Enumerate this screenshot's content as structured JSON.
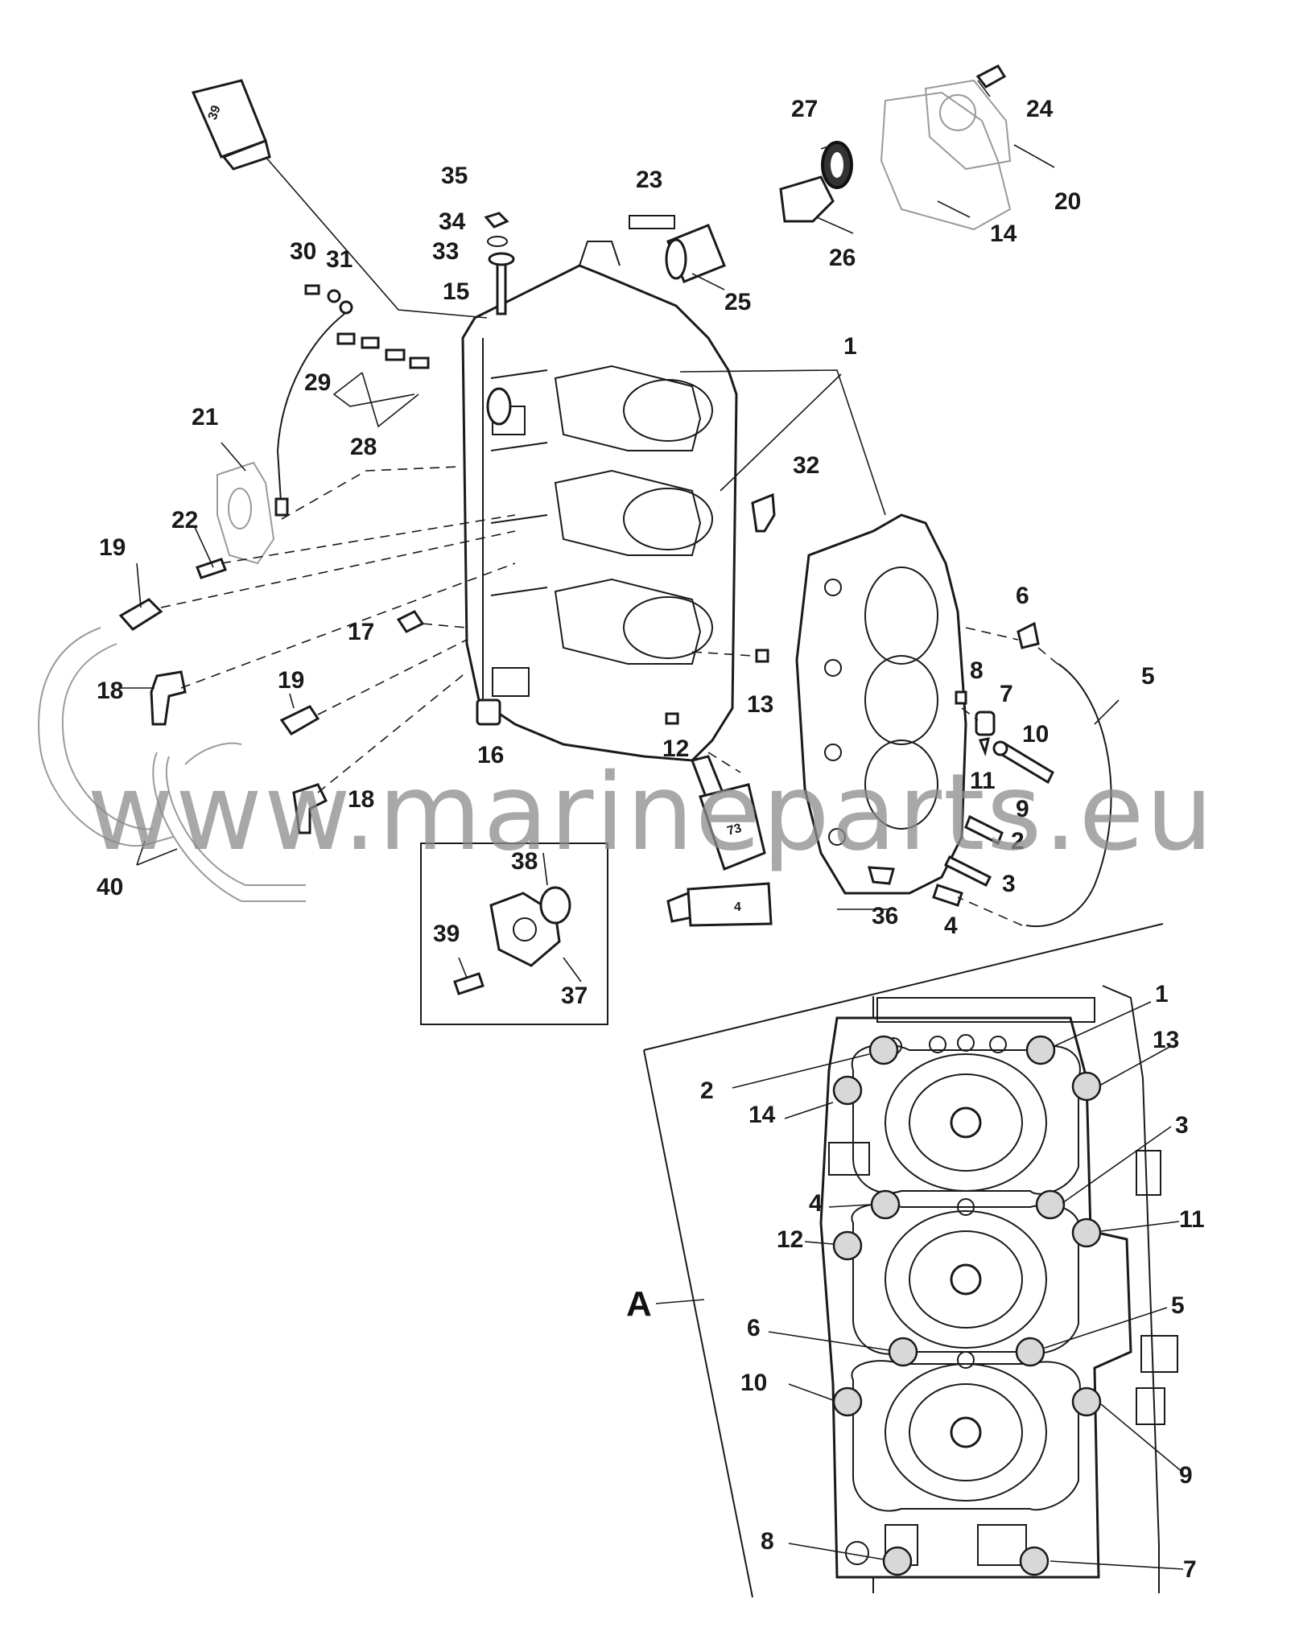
{
  "watermark": "www.marineparts.eu",
  "detail_view_label": "A",
  "sealant_tube_labels": {
    "upper": "39",
    "middle": "73",
    "lower": "4"
  },
  "exploded_callouts": [
    "1",
    "2",
    "3",
    "4",
    "5",
    "6",
    "7",
    "8",
    "9",
    "10",
    "11",
    "12",
    "13",
    "14",
    "15",
    "16",
    "17",
    "18",
    "18",
    "19",
    "19",
    "20",
    "21",
    "22",
    "23",
    "24",
    "25",
    "26",
    "27",
    "28",
    "29",
    "30",
    "31",
    "32",
    "33",
    "34",
    "35",
    "36",
    "37",
    "38",
    "39",
    "40"
  ],
  "torque_sequence_callouts": [
    "1",
    "2",
    "3",
    "4",
    "5",
    "6",
    "7",
    "8",
    "9",
    "10",
    "11",
    "12",
    "13",
    "14"
  ]
}
